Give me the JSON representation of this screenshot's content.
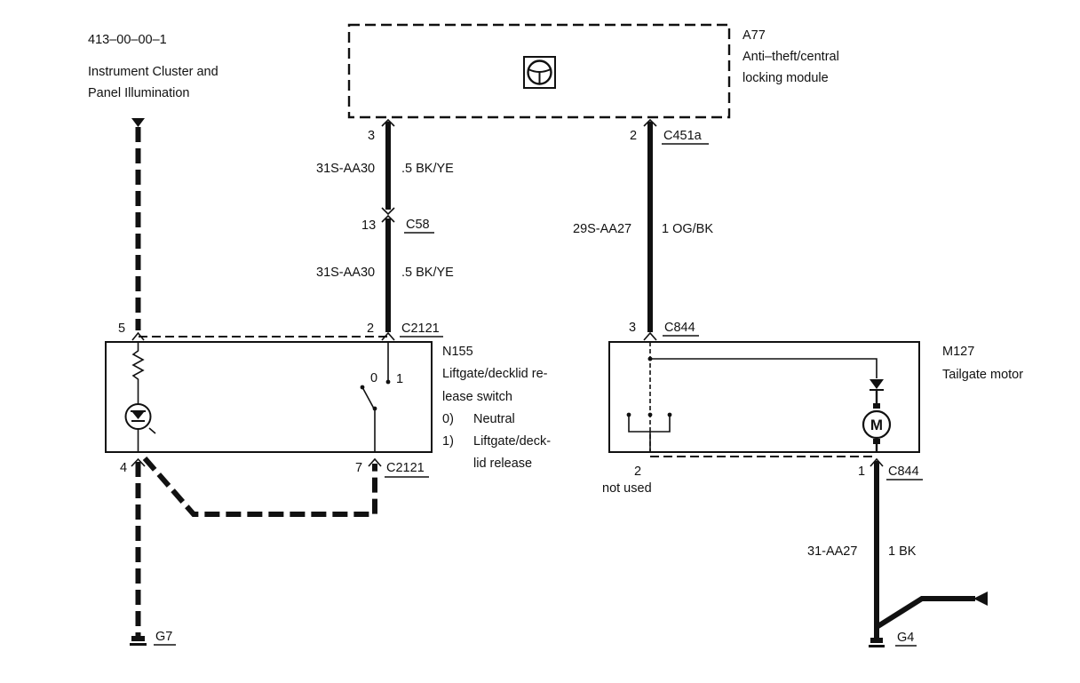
{
  "ref": {
    "page_ref": "413–00–00–1",
    "line1": "Instrument Cluster and",
    "line2": "Panel Illumination"
  },
  "a77": {
    "id": "A77",
    "line1": "Anti–theft/central",
    "line2": "locking module",
    "icon": "steering-wheel-icon"
  },
  "n155": {
    "id": "N155",
    "line1": "Liftgate/decklid re-",
    "line2": "lease switch",
    "pos0_num": "0)",
    "pos0_label": "Neutral",
    "pos1_num": "1)",
    "pos1_label": "Liftgate/deck-",
    "pos1_label2": "lid release",
    "switch_pos0": "0",
    "switch_pos1": "1"
  },
  "m127": {
    "id": "M127",
    "line1": "Tailgate motor",
    "motor_symbol": "M"
  },
  "pins": {
    "a77_p3": "3",
    "a77_p2": "2",
    "c58_p13": "13",
    "n155_p5": "5",
    "n155_p2": "2",
    "n155_p4": "4",
    "n155_p7": "7",
    "m127_p3": "3",
    "m127_p2": "2",
    "m127_p1": "1"
  },
  "connectors": {
    "c451a": "C451a",
    "c58": "C58",
    "c2121_top": "C2121",
    "c2121_bottom": "C2121",
    "c844_top": "C844",
    "c844_bottom": "C844"
  },
  "wires": {
    "w1_code": "31S-AA30",
    "w1_spec": ".5 BK/YE",
    "w2_code": "31S-AA30",
    "w2_spec": ".5 BK/YE",
    "w3_code": "29S-AA27",
    "w3_spec": "1 OG/BK",
    "w4_code": "31-AA27",
    "w4_spec": "1 BK"
  },
  "grounds": {
    "g7": "G7",
    "g4": "G4"
  },
  "notes": {
    "not_used": "not used"
  }
}
